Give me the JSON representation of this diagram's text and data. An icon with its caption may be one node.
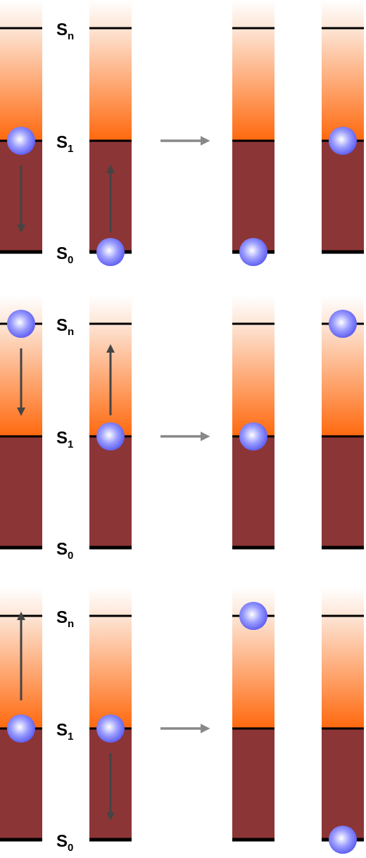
{
  "diagram": {
    "labels": [
      "S$_{n}$",
      "S$_{1}$",
      "S$_{0}$",
      "S$_{n}$",
      "S$_{1}$",
      "S$_{0}$",
      "S$_{n}$",
      "S$_{1}$",
      "S$_{0}$"
    ]
  }
}
